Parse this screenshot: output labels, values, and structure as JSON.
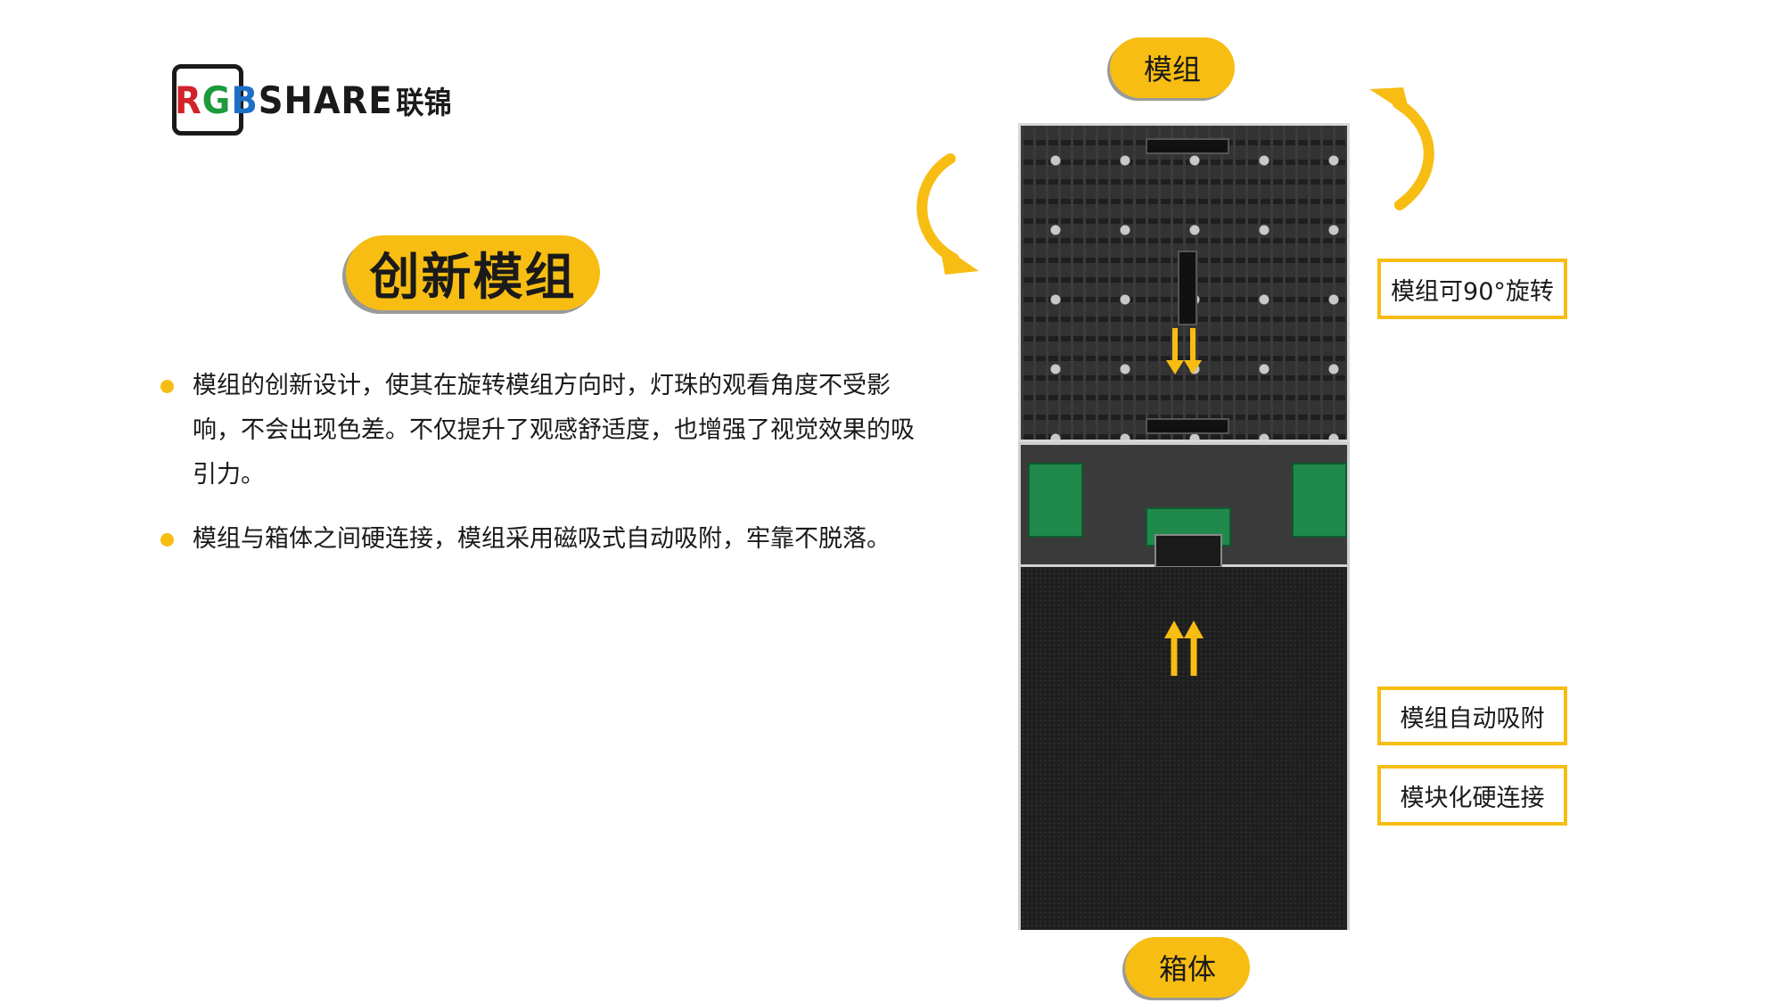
{
  "logo": {
    "r": "R",
    "g": "G",
    "b": "B",
    "share": "SHARE",
    "cn": "联锦"
  },
  "title": "创新模组",
  "bullets": [
    "模组的创新设计，使其在旋转模组方向时，灯珠的观看角度不受影响，不会出现色差。不仅提升了观感舒适度，也增强了视觉效果的吸引力。",
    "模组与箱体之间硬连接，模组采用磁吸式自动吸附，牢靠不脱落。"
  ],
  "labels": {
    "module": "模组",
    "cabinet": "箱体",
    "rotate": "模组可90°旋转",
    "magnet": "模组自动吸附",
    "hard_connect": "模块化硬连接"
  },
  "colors": {
    "accent": "#f7bd12",
    "text": "#1a1a1a",
    "logo_red": "#d2232a",
    "logo_green": "#1d9a3b",
    "logo_blue": "#1c6fc4"
  },
  "icons": [
    "curved-arrow-icon",
    "down-arrow-icon",
    "up-arrow-icon",
    "bullet-dot-icon"
  ]
}
